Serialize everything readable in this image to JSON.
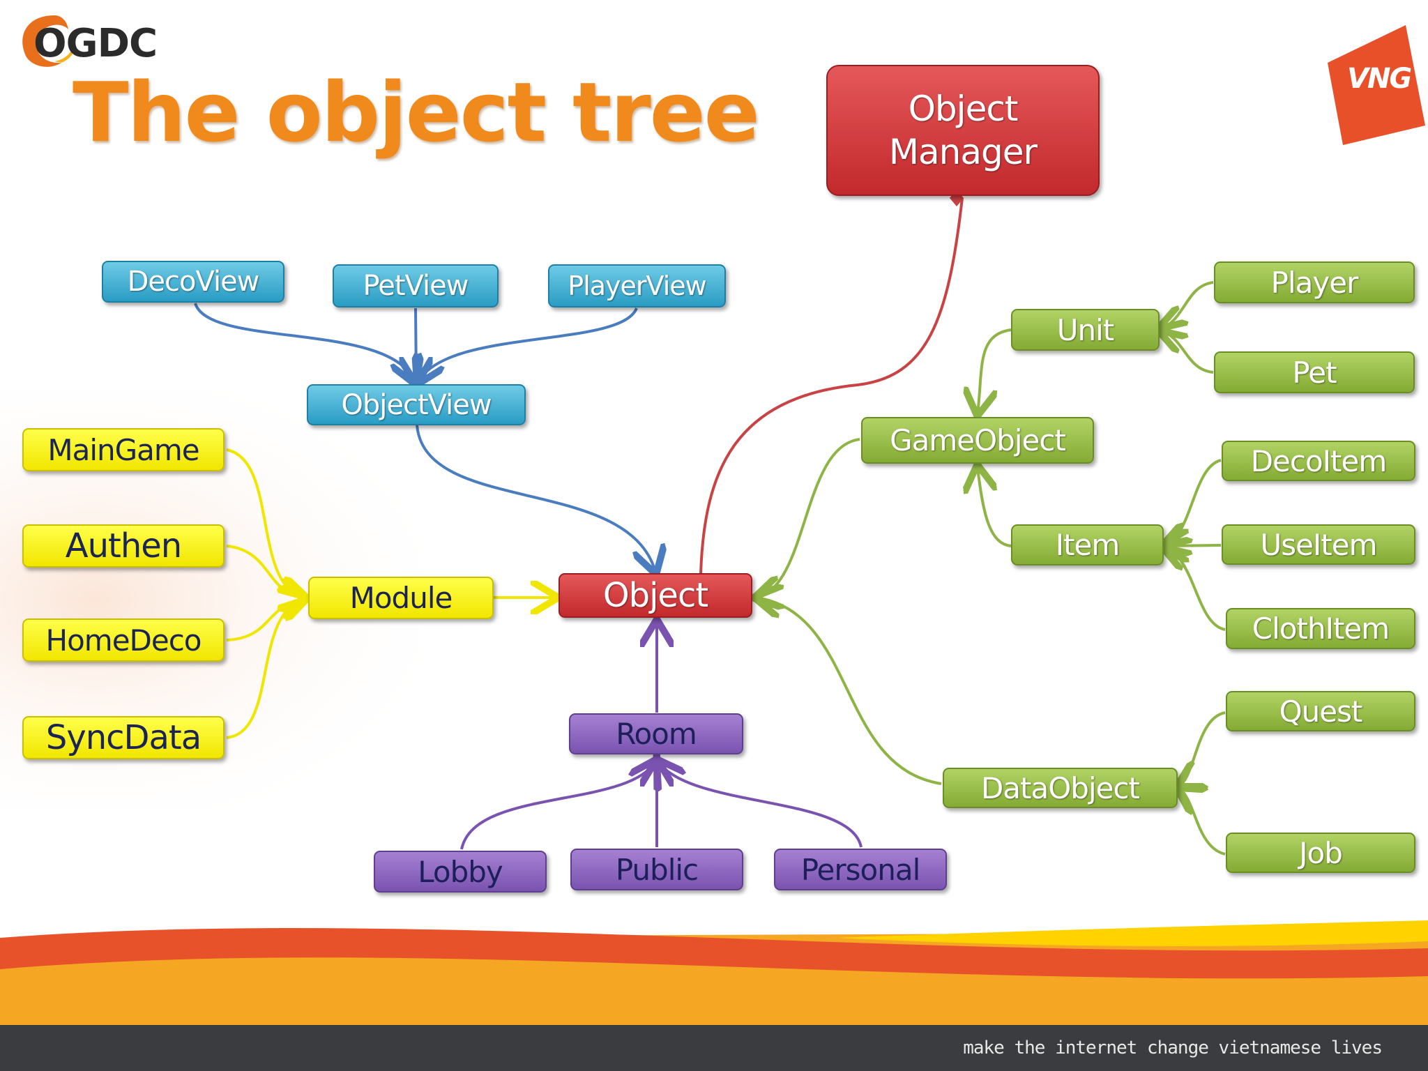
{
  "slide": {
    "title": "The object tree",
    "logo_text": "OGDC",
    "vng_logo_text": "VNG",
    "footer_tagline": "make the internet change vietnamese lives"
  },
  "colors": {
    "title": "#f08a1c",
    "blue": "#2a9cc4",
    "green": "#84ab34",
    "yellow": "#f1e600",
    "purple": "#7a53b0",
    "red": "#c2292c",
    "footer_bar": "#3a3c40"
  },
  "nodes": {
    "object_manager": {
      "line1": "Object",
      "line2": "Manager"
    },
    "object": "Object",
    "deco_view": "DecoView",
    "pet_view": "PetView",
    "player_view": "PlayerView",
    "object_view": "ObjectView",
    "main_game": "MainGame",
    "authen": "Authen",
    "home_deco": "HomeDeco",
    "sync_data": "SyncData",
    "module": "Module",
    "room": "Room",
    "lobby": "Lobby",
    "public": "Public",
    "personal": "Personal",
    "game_object": "GameObject",
    "unit": "Unit",
    "player": "Player",
    "pet": "Pet",
    "item": "Item",
    "deco_item": "DecoItem",
    "use_item": "UseItem",
    "cloth_item": "ClothItem",
    "data_object": "DataObject",
    "quest": "Quest",
    "job": "Job"
  }
}
